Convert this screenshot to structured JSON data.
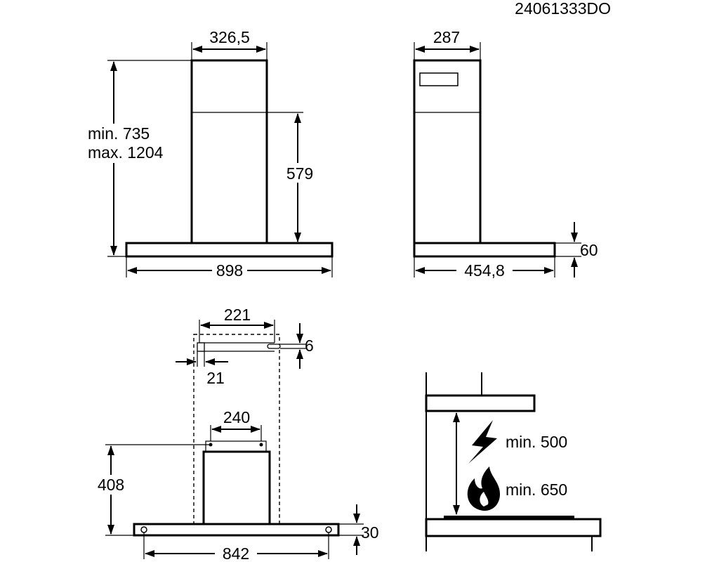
{
  "doc_code": "24061333DO",
  "front_view": {
    "width_top": "326,5",
    "height_min": "min. 735",
    "height_max": "max. 1204",
    "lower_chimney": "579",
    "width_bottom": "898"
  },
  "side_view": {
    "depth_top": "287",
    "depth_bottom": "454,8",
    "canopy_height": "60"
  },
  "bracket_view": {
    "bracket_width": "221",
    "slot_height": "6",
    "slot_offset": "21",
    "holes_spacing": "240",
    "mount_height": "408",
    "canopy_thickness": "30",
    "hole_distance": "842"
  },
  "clearance_view": {
    "electric_min": "min. 500",
    "gas_min": "min. 650"
  },
  "icons": [
    "lightning-icon",
    "flame-icon"
  ]
}
